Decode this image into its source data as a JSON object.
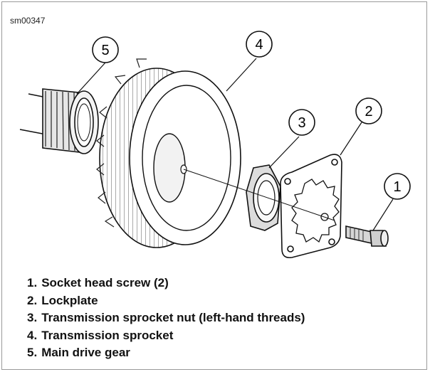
{
  "figure_id": "sm00347",
  "callouts": [
    {
      "number": "1"
    },
    {
      "number": "2"
    },
    {
      "number": "3"
    },
    {
      "number": "4"
    },
    {
      "number": "5"
    }
  ],
  "legend": [
    {
      "number": "1.",
      "label": "Socket head screw (2)"
    },
    {
      "number": "2.",
      "label": "Lockplate"
    },
    {
      "number": "3.",
      "label": "Transmission sprocket nut (left-hand threads)"
    },
    {
      "number": "4.",
      "label": "Transmission sprocket"
    },
    {
      "number": "5.",
      "label": "Main drive gear"
    }
  ]
}
